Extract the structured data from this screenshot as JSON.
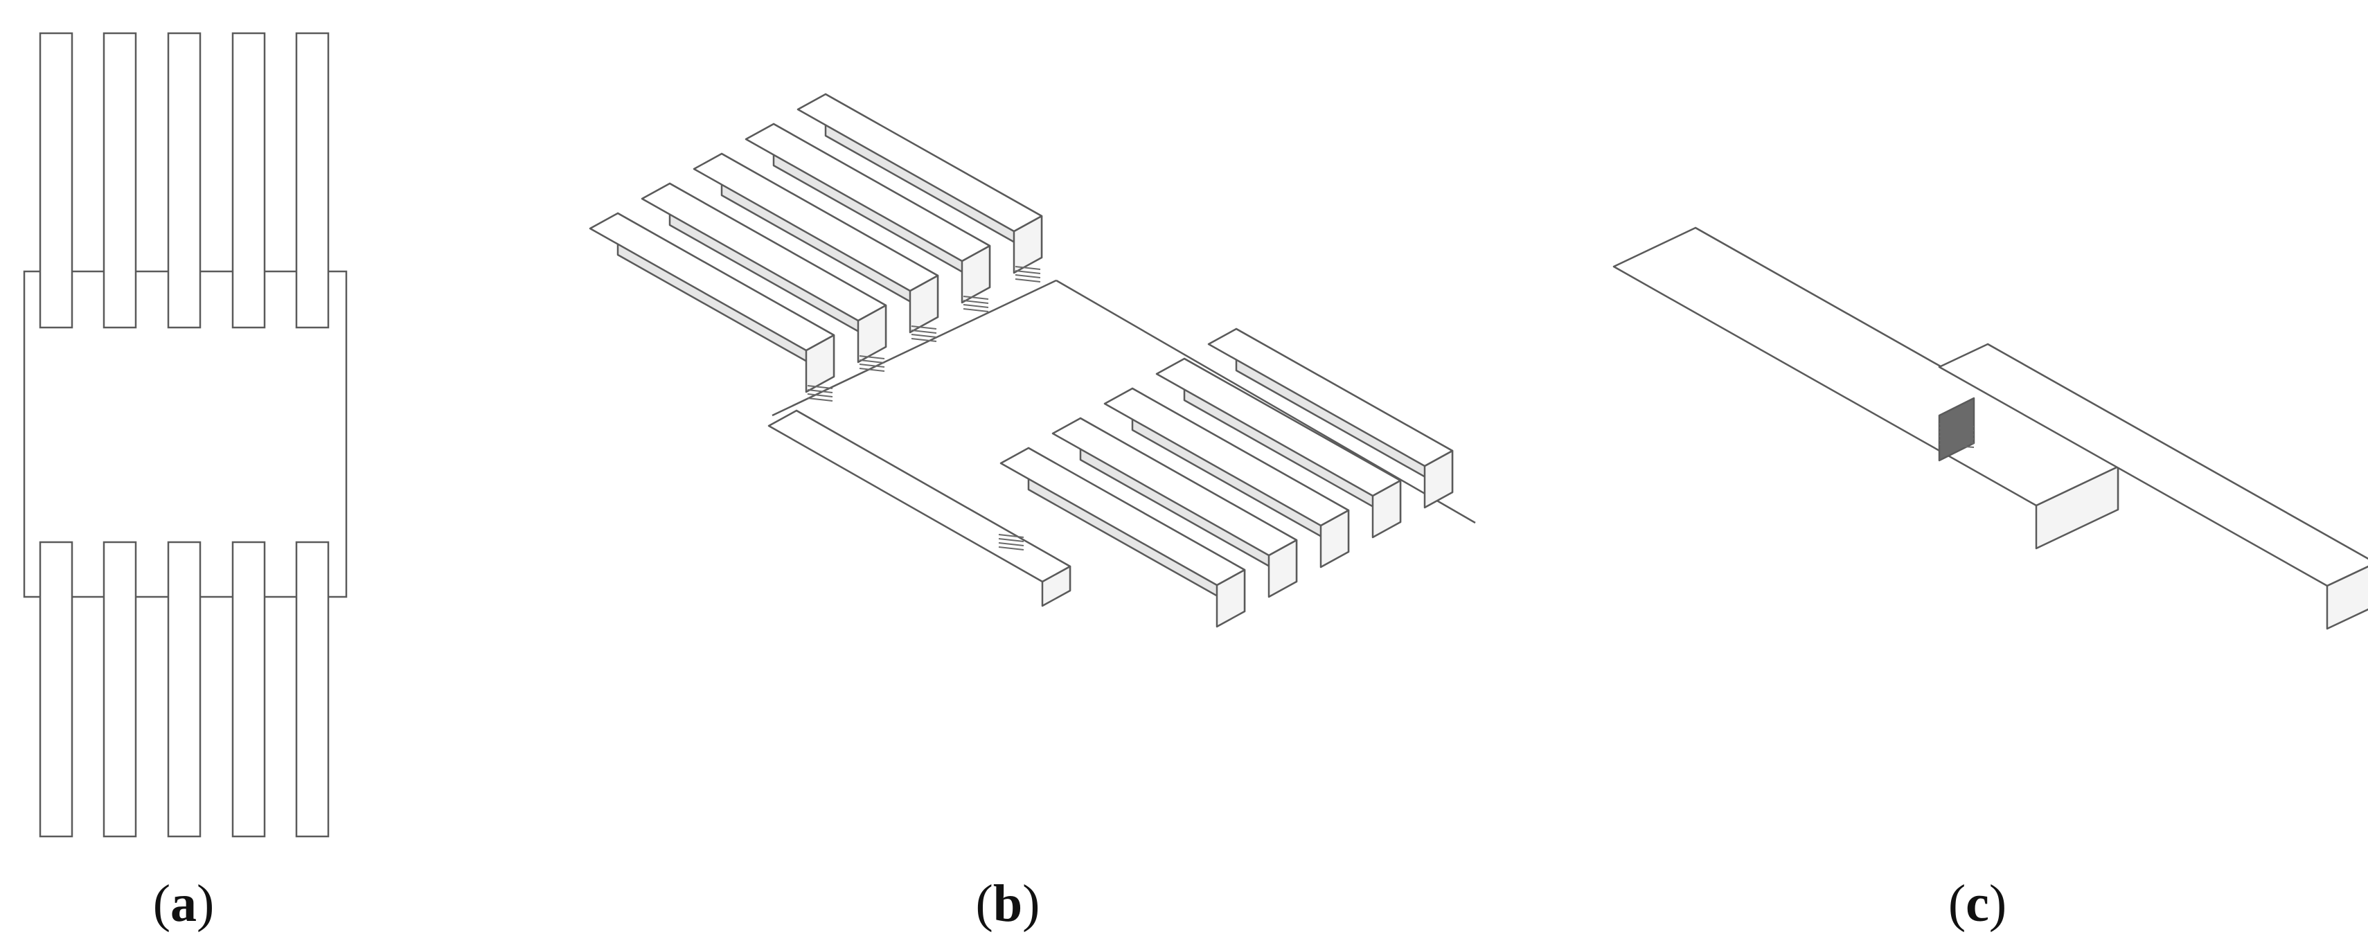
{
  "figure": {
    "panels": [
      {
        "id": "a",
        "label_open": "(",
        "label_letter": "a",
        "label_close": ")"
      },
      {
        "id": "b",
        "label_open": "(",
        "label_letter": "b",
        "label_close": ")"
      },
      {
        "id": "c",
        "label_open": "(",
        "label_letter": "c",
        "label_close": ")"
      }
    ]
  },
  "colors": {
    "line": "#5a5a5a",
    "top_face": "#ffffff",
    "side_face": "#e6e6e6",
    "end_face": "#f4f4f4",
    "gap_dark": "#6a6a6a"
  }
}
